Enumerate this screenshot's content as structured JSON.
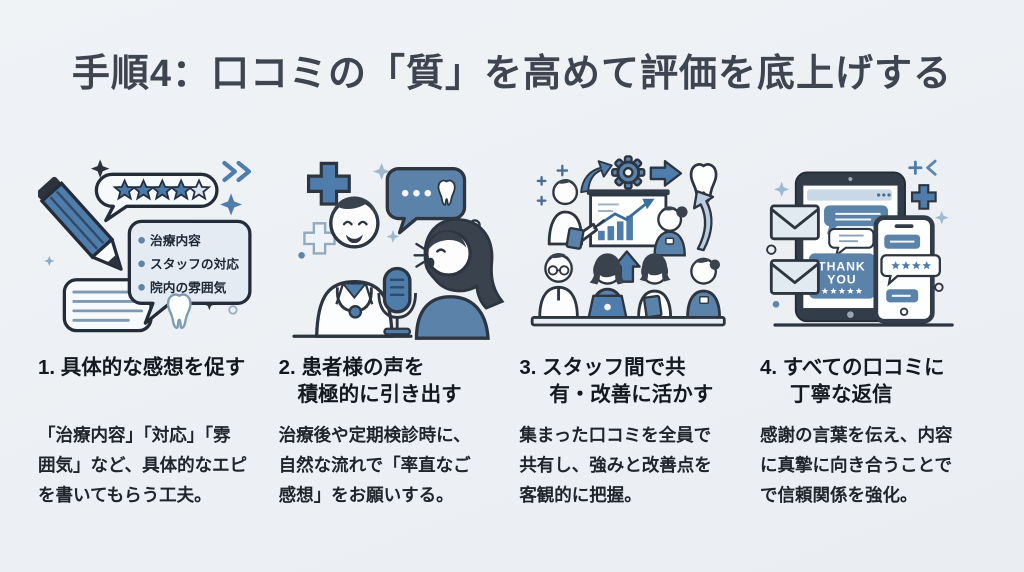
{
  "title": "手順4：口コミの「質」を高めて評価を底上げする",
  "colors": {
    "background": "#edf1f5",
    "title_text": "#3e4550",
    "heading_text": "#14181f",
    "body_text": "#20252c",
    "accent_blue": "#4f7dab",
    "mid_blue": "#5b82a9",
    "pale_blue": "#b9cdde",
    "bubble_light": "#e4ebf2",
    "outline_dark": "#2c3540"
  },
  "steps": [
    {
      "heading_lines": [
        "1. 具体的な感想を促す",
        ""
      ],
      "body": "「治療内容」「対応」「雰\n囲気」など、具体的なエピ\nを書いてもらう工夫。",
      "bullet_items": [
        "治療内容",
        "スタッフの対応",
        "院内の雰囲気"
      ],
      "rating_stars": 4.5,
      "icons": [
        "pencil-icon",
        "star-rating-bubble-icon",
        "checklist-bubble-icon",
        "text-bubble-icon",
        "tooth-icon",
        "sparkle-icon",
        "chevrons-icon"
      ]
    },
    {
      "heading_lines": [
        "2. 患者様の声を",
        "積極的に引き出す"
      ],
      "body": "治療後や定期検診時に、\n自然な流れで「率直なご\n感想」をお願いする。",
      "icons": [
        "doctor-icon",
        "patient-icon",
        "microphone-icon",
        "speech-bubble-icon",
        "tooth-icon",
        "medical-cross-icon",
        "sparkle-icon"
      ]
    },
    {
      "heading_lines": [
        "3. スタッフ間で共",
        "有・改善に活かす"
      ],
      "body": "集まった口コミを全員で\n共有し、強みと改善点を\n客観的に把握。",
      "icons": [
        "team-icon",
        "whiteboard-chart-icon",
        "gear-icon",
        "arrow-right-icon",
        "curved-arrow-icon",
        "up-arrow-icon",
        "tooth-icon",
        "laptop-icon"
      ]
    },
    {
      "heading_lines": [
        "4. すべての口コミに",
        "丁寧な返信"
      ],
      "body": "感謝の言葉を伝え、内容\nに真摯に向き合うことで\nで信頼関係を強化。",
      "thank_you_lines": [
        "THANK",
        "YOU"
      ],
      "rating_stars": 4,
      "icons": [
        "tablet-icon",
        "phone-icon",
        "envelope-icon",
        "chat-bubble-icon",
        "thank-you-card-icon",
        "star-rating-icon",
        "medical-cross-icon",
        "sparkle-icon"
      ]
    }
  ]
}
